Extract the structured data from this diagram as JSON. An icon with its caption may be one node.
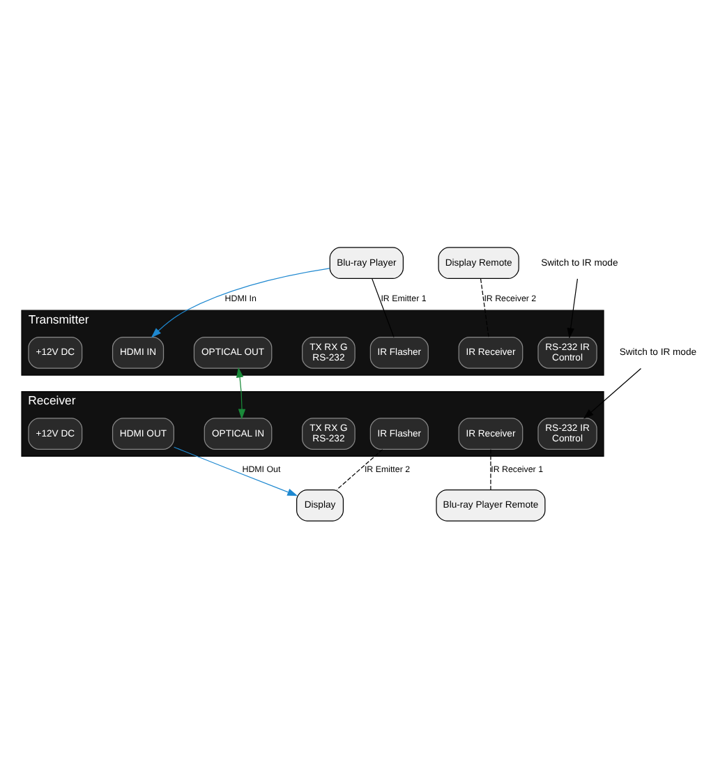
{
  "diagram": {
    "nodes": [
      {
        "text": [
          "Blu-ray Player"
        ]
      },
      {
        "text": [
          "Display Remote"
        ]
      },
      {
        "text": [
          "Transmitter"
        ]
      },
      {
        "text": [
          "+12V DC"
        ],
        "in": 2
      },
      {
        "text": [
          "HDMI IN"
        ],
        "in": 2
      },
      {
        "text": [
          "OPTICAL OUT"
        ],
        "in": 2
      },
      {
        "text": [
          "TX RX G",
          "RS-232"
        ],
        "in": 2
      },
      {
        "text": [
          "IR Receiver"
        ],
        "in": 2
      },
      {
        "text": [
          "IR Flasher"
        ],
        "in": 2
      },
      {
        "text": [
          "RS-232 IR",
          "Control"
        ],
        "in": 2
      },
      {
        "text": [
          "Receiver"
        ]
      },
      {
        "text": [
          "+12V DC"
        ],
        "in": 10
      },
      {
        "text": [
          "HDMI OUT"
        ],
        "in": 10
      },
      {
        "text": [
          "OPTICAL IN"
        ],
        "in": 10
      },
      {
        "text": [
          "TX RX G",
          "RS-232"
        ],
        "in": 10
      },
      {
        "text": [
          "IR Receiver"
        ],
        "in": 10
      },
      {
        "text": [
          "IR Flasher"
        ],
        "in": 10
      },
      {
        "text": [
          "RS-232 IR",
          "Control"
        ],
        "in": 10
      },
      {
        "text": [
          "Switch to IR mode"
        ]
      },
      {
        "text": [
          "Switch to IR mode"
        ]
      },
      {
        "text": [
          "Display"
        ]
      },
      {
        "text": [
          "Blu-ray Player Remote"
        ]
      }
    ],
    "edges": [
      {
        "from": 0,
        "to": 4,
        "arrow": "to",
        "label": "HDMI In",
        "color": "#1e88d0"
      },
      {
        "from": 1,
        "to": 7,
        "arrow": "none",
        "label": "IR Receiver 2",
        "style": "dashed"
      },
      {
        "from": 8,
        "to": 0,
        "arrow": "none",
        "label": "IR Emitter 1"
      },
      {
        "from": 5,
        "to": 13,
        "arrow": "both",
        "color": "#1a8a3a"
      },
      {
        "from": 18,
        "to": 9,
        "arrow": "to"
      },
      {
        "from": 19,
        "to": 17,
        "arrow": "to"
      },
      {
        "from": 12,
        "to": 20,
        "arrow": "to",
        "label": "HDMI Out",
        "color": "#1e88d0"
      },
      {
        "from": 15,
        "to": 21,
        "arrow": "none",
        "label": "IR Receiver 1",
        "style": "dashed"
      },
      {
        "from": 16,
        "to": 20,
        "arrow": "none",
        "label": "IR Emitter 2",
        "style": "dashed"
      }
    ]
  }
}
